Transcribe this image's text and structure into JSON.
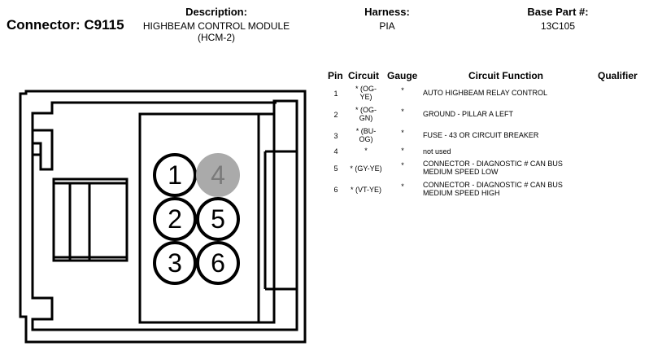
{
  "header": {
    "connector_label": "Connector: C9115",
    "description_label": "Description:",
    "description_line1": "HIGHBEAM CONTROL MODULE",
    "description_line2": "(HCM-2)",
    "harness_label": "Harness:",
    "harness_value": "PIA",
    "base_part_label": "Base Part #:",
    "base_part_value": "13C105"
  },
  "table": {
    "columns": [
      "Pin",
      "Circuit",
      "Gauge",
      "Circuit Function",
      "Qualifier"
    ],
    "rows": [
      {
        "pin": "1",
        "circuit_l1": "* (OG-",
        "circuit_l2": "YE)",
        "gauge": "*",
        "func_l1": "AUTO HIGHBEAM RELAY CONTROL",
        "func_l2": ""
      },
      {
        "pin": "2",
        "circuit_l1": "* (OG-",
        "circuit_l2": "GN)",
        "gauge": "*",
        "func_l1": "GROUND - PILLAR A LEFT",
        "func_l2": ""
      },
      {
        "pin": "3",
        "circuit_l1": "* (BU-",
        "circuit_l2": "OG)",
        "gauge": "*",
        "func_l1": "FUSE - 43 OR CIRCUIT BREAKER",
        "func_l2": ""
      },
      {
        "pin": "4",
        "circuit_l1": "*",
        "circuit_l2": "",
        "gauge": "*",
        "func_l1": "not used",
        "func_l2": ""
      },
      {
        "pin": "5",
        "circuit_l1": "* (GY-YE)",
        "circuit_l2": "",
        "gauge": "*",
        "func_l1": "CONNECTOR - DIAGNOSTIC # CAN BUS",
        "func_l2": "MEDIUM SPEED LOW"
      },
      {
        "pin": "6",
        "circuit_l1": "* (VT-YE)",
        "circuit_l2": "",
        "gauge": "*",
        "func_l1": "CONNECTOR - DIAGNOSTIC # CAN BUS",
        "func_l2": "MEDIUM SPEED HIGH"
      }
    ]
  },
  "connector": {
    "pins": [
      {
        "label": "1",
        "unused": false
      },
      {
        "label": "2",
        "unused": false
      },
      {
        "label": "3",
        "unused": false
      },
      {
        "label": "4",
        "unused": true
      },
      {
        "label": "5",
        "unused": false
      },
      {
        "label": "6",
        "unused": false
      }
    ],
    "colors": {
      "outline": "#000000",
      "unused_fill": "#aaaaaa",
      "unused_text": "#7a7a7a",
      "pin_fill": "#ffffff"
    }
  }
}
